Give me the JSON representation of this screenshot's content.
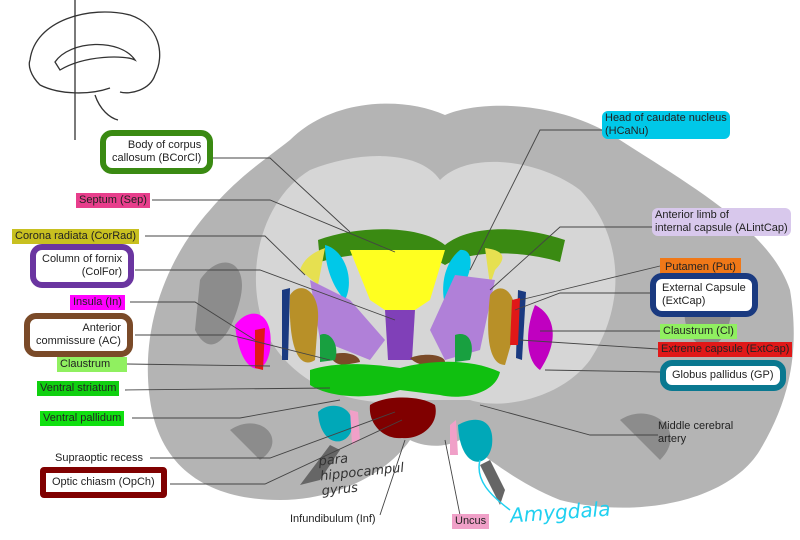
{
  "labels_left": {
    "body_corpus_callosum": "Body of corpus\ncallosum (BCorCl)",
    "septum": "Septum (Sep)",
    "corona_radiata": "Corona radiata (CorRad)",
    "column_fornix": "Column of fornix\n(ColFor)",
    "insula": "Insula (In)",
    "anterior_commissure": "Anterior\ncommissure (AC)",
    "claustrum": "Claustrum",
    "ventral_striatum": "Ventral striatum",
    "ventral_pallidum": "Ventral pallidum",
    "supraoptic_recess": "Supraoptic recess",
    "optic_chiasm": "Optic chiasm (OpCh)"
  },
  "labels_right": {
    "head_caudate": "Head of caudate nucleus\n(HCaNu)",
    "anterior_limb": "Anterior limb of\ninternal capsule (ALintCap)",
    "putamen": "Putamen (Put)",
    "external_capsule": "External Capsule\n(ExtCap)",
    "claustrum": "Claustrum (Cl)",
    "extreme_capsule": "Extreme capsule (ExtCap)",
    "globus_pallidus": "Globus pallidus (GP)",
    "middle_cerebral_artery": "Middle cerebral\nartery"
  },
  "labels_bottom": {
    "infundibulum": "Infundibulum (Inf)",
    "uncus": "Uncus"
  },
  "handwritten": {
    "parahippocampal": "para\nhippocampul\ngyrus",
    "amygdala": "Amygdala"
  },
  "colors": {
    "corpus_callosum": "#3a8a12",
    "septum": "#e83e8c",
    "corona_radiata": "#c8c020",
    "fornix": "#6a35a0",
    "insula": "#ff00ff",
    "anterior_commissure": "#7a4a28",
    "claustrum": "#90f060",
    "ventral_striatum": "#10d010",
    "caudate": "#00c8e8",
    "internal_capsule": "#d8c8ec",
    "putamen": "#f07818",
    "external_capsule": "#1a3a80",
    "extreme_capsule": "#e01818",
    "globus_pallidus": "#0a7890",
    "optic_chiasm": "#800000",
    "uncus": "#f0a0c8",
    "amygdala_ink": "#20d0f0"
  }
}
